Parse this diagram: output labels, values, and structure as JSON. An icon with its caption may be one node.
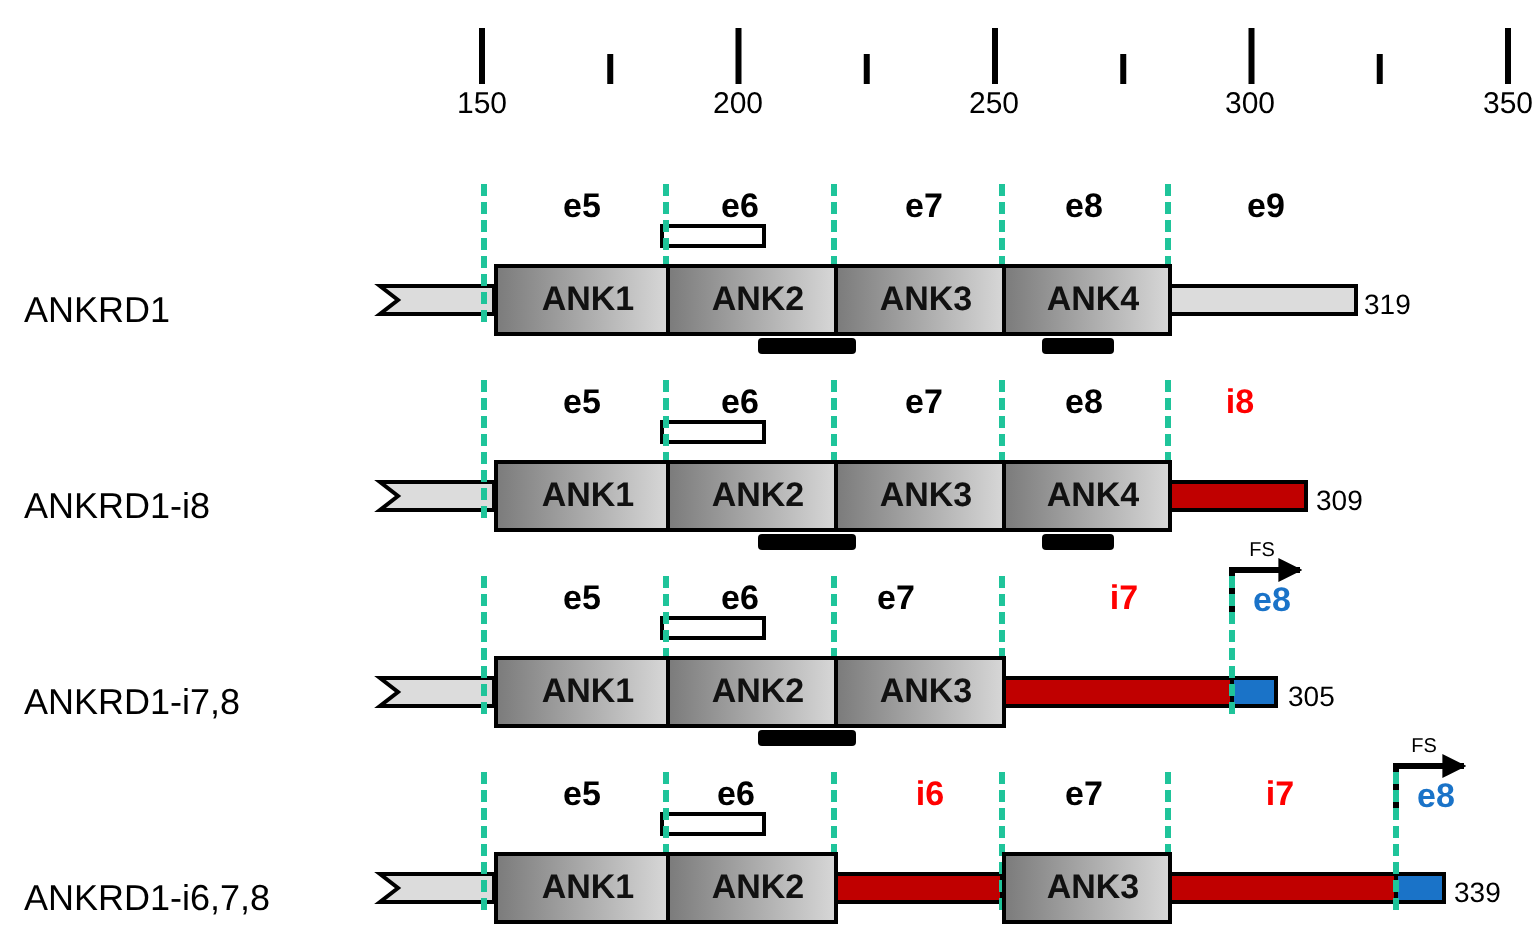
{
  "diagram": {
    "nodes": [
      {
        "text": [
          "ANK1"
        ]
      },
      {
        "text": [
          "ANK2"
        ]
      },
      {
        "text": [
          "ANK3"
        ]
      },
      {
        "text": [
          "ANK4"
        ]
      },
      {
        "text": [
          "ANK1"
        ]
      },
      {
        "text": [
          "ANK2"
        ]
      },
      {
        "text": [
          "ANK3"
        ]
      },
      {
        "text": [
          "ANK4"
        ]
      },
      {
        "text": [
          "ANK1"
        ]
      },
      {
        "text": [
          "ANK2"
        ]
      },
      {
        "text": [
          "ANK3"
        ]
      },
      {
        "text": [
          "ANK1"
        ]
      },
      {
        "text": [
          "ANK2"
        ]
      },
      {
        "text": [
          "ANK3"
        ]
      }
    ],
    "labels": [
      "150",
      "200",
      "250",
      "300",
      "350",
      "e5",
      "e6",
      "e7",
      "e8",
      "e9",
      "ANKRD1",
      "319",
      "e5",
      "e6",
      "e7",
      "e8",
      "i8",
      "ANKRD1-i8",
      "309",
      "FS",
      "e5",
      "e6",
      "e7",
      "i7",
      "e8",
      "ANKRD1-i7,8",
      "305",
      "FS",
      "e5",
      "e6",
      "i6",
      "e7",
      "i7",
      "e8",
      "ANKRD1-i6,7,8",
      "339"
    ]
  }
}
